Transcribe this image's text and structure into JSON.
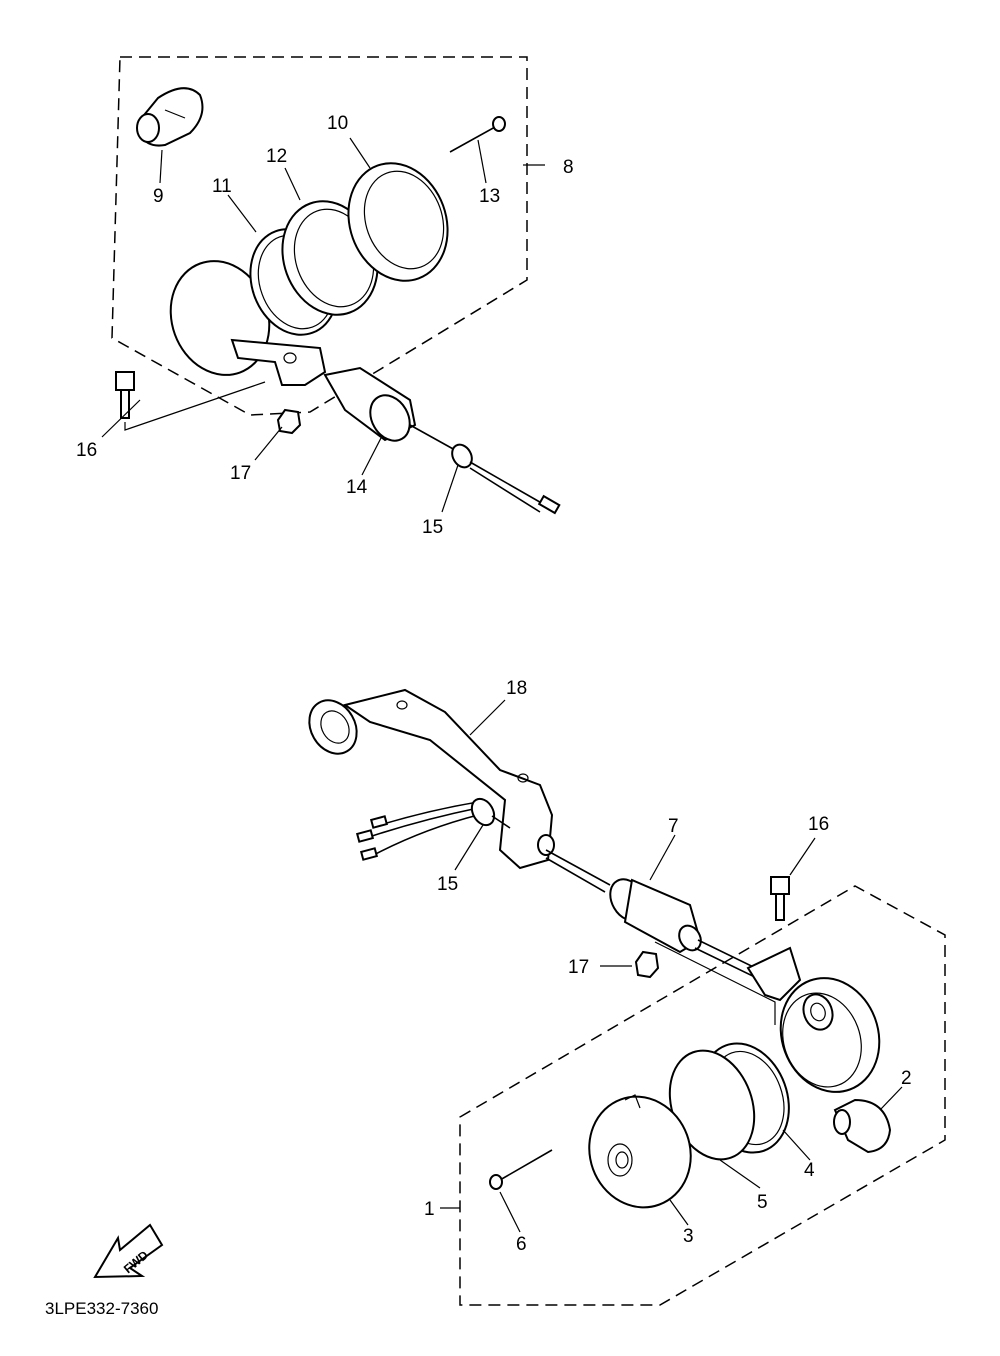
{
  "diagram": {
    "part_code": "3LPE332-7360",
    "fwd_label": "FWD",
    "labels": {
      "upper": {
        "p8": "8",
        "p9": "9",
        "p10": "10",
        "p11": "11",
        "p12": "12",
        "p13": "13",
        "p14": "14",
        "p15": "15",
        "p16": "16",
        "p17": "17"
      },
      "lower": {
        "p1": "1",
        "p2": "2",
        "p3": "3",
        "p4": "4",
        "p5": "5",
        "p6": "6",
        "p7": "7",
        "p15": "15",
        "p16": "16",
        "p17": "17",
        "p18": "18"
      }
    }
  }
}
